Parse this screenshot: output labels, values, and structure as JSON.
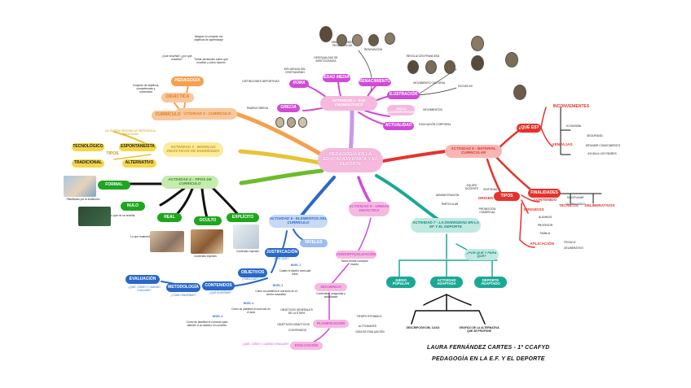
{
  "center": {
    "title": "PEDAGOGÍA EN LA EDUCACIÓN FÍSICA Y EL DEPORTE"
  },
  "author": {
    "line1": "LAURA FERNÁNDEZ CARTES - 1º CCAFYD",
    "line2": "PEDAGOGÍA EN LA E.F. Y EL DEPORTE"
  },
  "act1": {
    "label": "ACTIVIDAD 1 - EJE CRONOLÓGICO",
    "edad_media": "EDAD MEDIA",
    "renacimiento": "RENACIMIENTO",
    "roma": "ROMA",
    "grecia": "GRECIA",
    "ilustracion": "ILUSTRACIÓN",
    "siglo_xix": "SIGLO CONTEMPORÁNEO",
    "actualidad": "ACTUALIDAD",
    "renovacion": "RENOVACIÓN",
    "notes": {
      "em1": "INFLUENCIA DEL CRISTIANISMO",
      "em2": "DESIGUALDAD DE ARISTÓCRATAS",
      "rom1": "DISTINCIONES DEPORTIVAS",
      "gre1": "PAIDEIA GRIEGA",
      "il1": "REVOLUCIÓN FRANCESA",
      "il2": "MOVIMIENTO CULTURAL",
      "xix1": "MOVIMIENTOS",
      "act1": "EDUCACIÓN CORPORAL",
      "ren1": "ORIENTACIONES PEDAGÓGICAS",
      "esc": "ESCUELAS"
    }
  },
  "act2": {
    "label": "ACTIVIDAD 2 - CURRÍCULO",
    "pedagogia": "PEDAGOGÍA",
    "didactica": "DIDÁCTICA",
    "curriculo": "CURRÍCULO",
    "q1": "¿Qué enseñar? ¿por qué enseñar?",
    "n1": "Integrar en conjunto los objetivos de aprendizaje",
    "n2": "Tomar decisiones sobre qué enseñar y cómo hacerlo",
    "n3": "Conjunto de objetivos, competencias y contenidos"
  },
  "act3": {
    "label": "ACTIVIDAD 3 - MODELOS DIDÁCTICOS DE ENSEÑANZA",
    "intro": "UN PATRÓN SERVIRÁ DE REFERENCIA PARA GUIAR",
    "tecnologico": "TECNOLÓGICO",
    "espontaneista": "ESPONTANEÍSTA",
    "tradicional": "TRADICIONAL",
    "alternativo": "ALTERNATIVO",
    "tipos": "TIPOS"
  },
  "act4": {
    "label": "ACTIVIDAD 4 - TIPOS DE CURRÍCULO",
    "formal": "FORMAL",
    "nulo": "NULO",
    "real": "REAL",
    "oculto": "OCULTO",
    "explicito": "EXPLÍCITO",
    "c1": "Planificado por la institución",
    "c2": "Lo que no se enseña",
    "c3": "Lo que realmente ocurre",
    "c4": "Contenido implícito",
    "c5": "Contenido explícito"
  },
  "act5": {
    "label": "ACTIVIDAD 5 - ELEMENTOS DEL CURRÍCULO",
    "niveles": "NIVELES",
    "justificacion": "JUSTIFICACIÓN",
    "objetivos": "OBJETIVOS",
    "evaluacion": "EVALUACIÓN",
    "metodologia": "METODOLOGÍA",
    "contenidos": "CONTENIDOS",
    "q_porque": "¿POR QUÉ?",
    "q_para": "¿PARA QUÉ?",
    "q_que": "¿QUÉ ENSEÑAR?",
    "q_como": "¿CÓMO ENSEÑAR?",
    "q_cuando": "¿QUÉ, CÓMO Y CUÁNDO EVALUAR?",
    "n1": "NIVEL 1",
    "n2": "NIVEL 2",
    "n3": "NIVEL 3",
    "n4": "NIVEL 4",
    "d1": "Cuáles el diseño curricular base",
    "d2": "Cómo se planifica el currículo en el centro educativo",
    "d3": "Cómo se planifica el currículo en el aula",
    "d4": "Cómo se planifica el currículo para atender a un alumno en concreto"
  },
  "act6": {
    "label": "ACTIVIDAD 6 - UNIDAD DIDÁCTICA",
    "conceptualizacion": "CONCEPTUALIZACIÓN",
    "c_text": "Tarea central concepto escrito",
    "secuencia": "SECUENCIA",
    "s_text": "Contenidos, preguntas y actividades",
    "planificacion": "PLANIFICACIÓN",
    "evaluacion": "EVALUACIÓN",
    "q_eval": "¿QUÉ, CÓMO Y CUÁNDO EVALUAR?",
    "p1": "OBJETIVOS GENERALES DE LA ETAPA",
    "p2": "OBJETIVOS DIDÁCTICOS",
    "p3": "CONTENIDOS",
    "p4": "TIEMPO ESTIMADO",
    "p5": "ACTIVIDADES",
    "p6": "GUÍA DE EVALUACIÓN"
  },
  "act7": {
    "label": "ACTIVIDAD 7 - LA DIVERSIDAD EN LA EF Y EL DEPORTE",
    "q": "¿POR QUÉ Y PARA QUÉ?",
    "juego": "JUEGO POPULAR",
    "actividad": "ACTIVIDAD ADAPTADA",
    "deporte": "DEPORTE ADAPTADO",
    "d1": "DESCRIPCIÓN DEL CASO",
    "d2": "GRÁFICO DE LA ALTERNATIVA QUE SE PROPONE"
  },
  "act8": {
    "label": "ACTIVIDAD 8 - MATERIAL CURRICULAR",
    "que_es": "¿QUÉ ES?",
    "inconvenientes": "INCONVENIENTES",
    "ventajas": "VENTAJAS",
    "v1": "ECONOMÍA",
    "v2": "SEGURIDAD",
    "v3": "DIFUNDIR CONOCIMIENTO",
    "v4": "AYUDA A LOS PADRES",
    "finalidades": "FINALIDADES",
    "tecnicos": "TÉCNICOS",
    "deliberativos": "DELIBERATIVOS",
    "tipos": "TIPOS",
    "origen": "ORIGEN",
    "contenido": "CONTENIDO",
    "dirigidos": "DIRIGIDOS",
    "aplicacion": "APLICACIÓN",
    "o1": "EQUIPO DOCENTE",
    "o2": "ADMINISTRACIÓN",
    "o3": "EDITORIAL",
    "o4": "PROMOCIÓN COMERCIAL",
    "o5": "PARTICULAR",
    "c1": "DISCIPLINAR",
    "c2": "GLOBALIZADO",
    "d1": "ALUMNOS",
    "d2": "PROFESOR",
    "d3": "FAMILIA",
    "a1": "TÉCNICO",
    "a2": "DELIBERATIVO"
  },
  "colors": {
    "pink": "#f6b9de",
    "orange": "#f6a04e",
    "yellow": "#f4d648",
    "green": "#1ea61e",
    "blue": "#2a68c8",
    "teal": "#1aa895",
    "red": "#e5322d",
    "purple": "#d04ad8"
  }
}
